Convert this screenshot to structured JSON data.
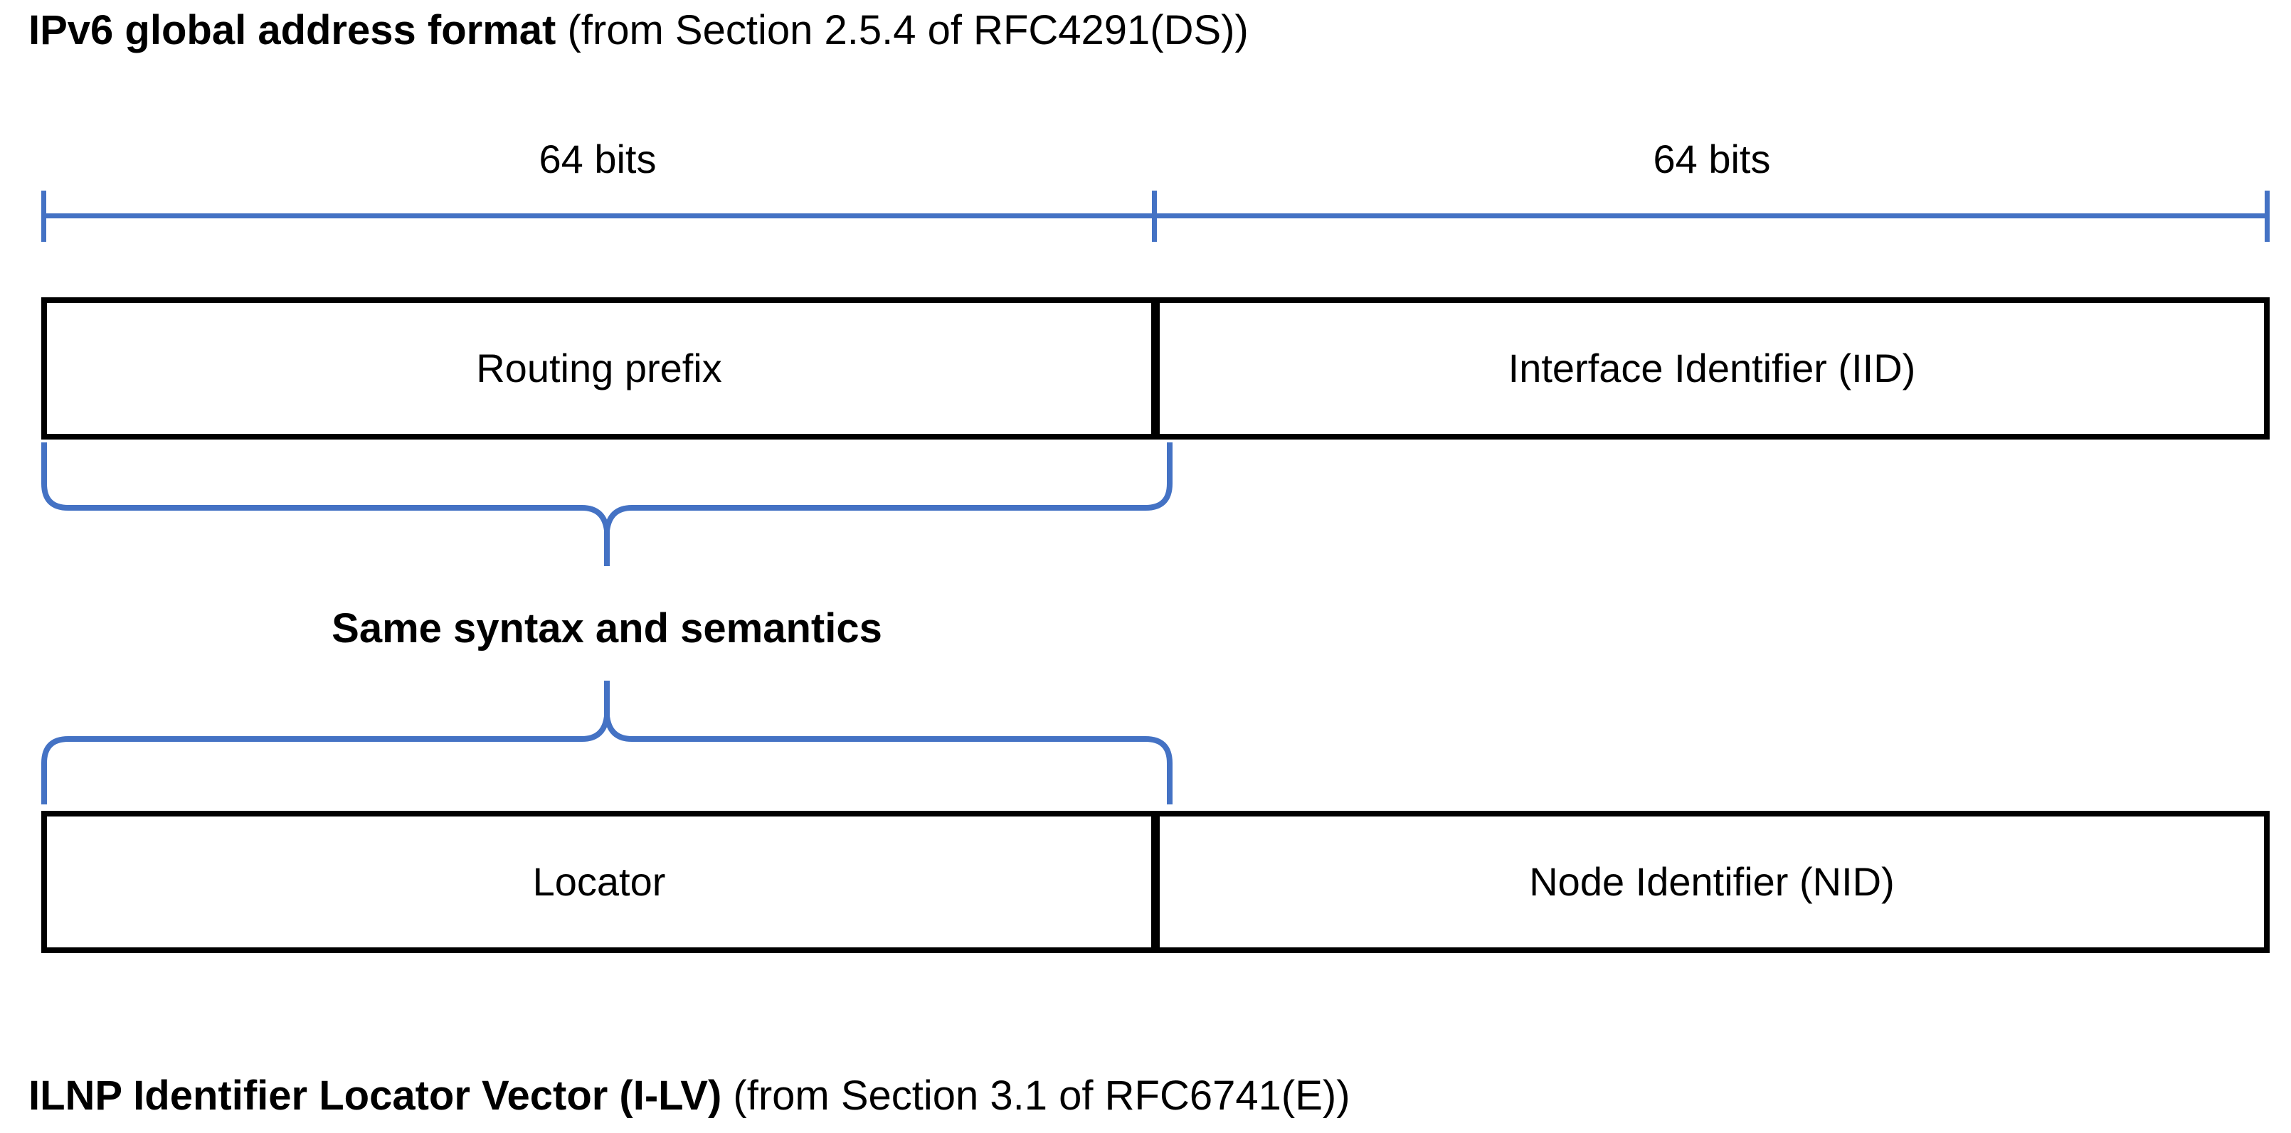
{
  "diagram": {
    "top_caption": {
      "strong": "IPv6 global address format",
      "light": " (from Section 2.5.4 of RFC4291(DS))"
    },
    "bottom_caption": {
      "strong": "ILNP Identifier Locator Vector (I-LV)",
      "light": " (from Section 3.1 of RFC6741(E))"
    },
    "dimensions": {
      "left_label": "64 bits",
      "right_label": "64 bits"
    },
    "rows": [
      {
        "left_field": "Routing prefix",
        "right_field": "Interface Identifier (IID)"
      },
      {
        "left_field": "Locator",
        "right_field": "Node Identifier (NID)"
      }
    ],
    "equivalence_note": "Same syntax and semantics",
    "colors": {
      "accent_blue": "#4472C4",
      "box_border": "#000000",
      "background": "#FFFFFF",
      "text": "#000000"
    }
  }
}
